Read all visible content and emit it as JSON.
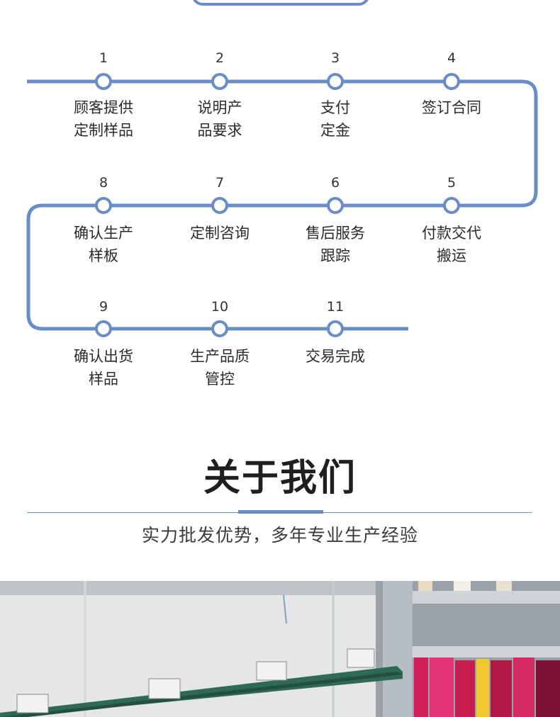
{
  "flow": {
    "line_color": "#6a8dc7",
    "steps": [
      {
        "num": "1",
        "label": "顾客提供\n定制样品"
      },
      {
        "num": "2",
        "label": "说明产\n品要求"
      },
      {
        "num": "3",
        "label": "支付\n定金"
      },
      {
        "num": "4",
        "label": "签订合同"
      },
      {
        "num": "5",
        "label": "付款交代\n搬运"
      },
      {
        "num": "6",
        "label": "售后服务\n跟踪"
      },
      {
        "num": "7",
        "label": "定制咨询"
      },
      {
        "num": "8",
        "label": "确认生产\n样板"
      },
      {
        "num": "9",
        "label": "确认出货\n样品"
      },
      {
        "num": "10",
        "label": "生产品质\n管控"
      },
      {
        "num": "11",
        "label": "交易完成"
      }
    ]
  },
  "about": {
    "title": "关于我们",
    "subtitle": "实力批发优势，多年专业生产经验"
  }
}
